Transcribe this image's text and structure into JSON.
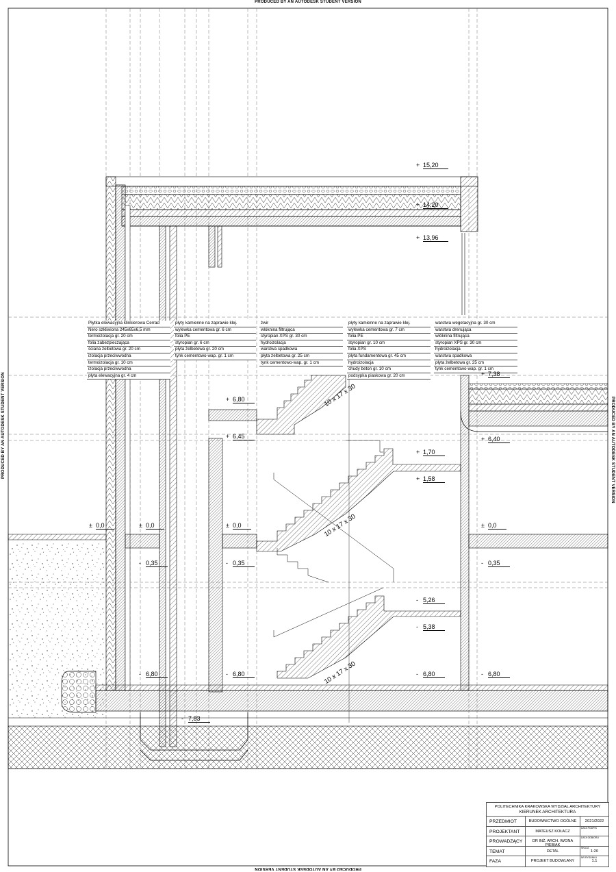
{
  "watermark": "PRODUCED BY AN AUTODESK STUDENT VERSION",
  "specs": [
    {
      "id": "wall",
      "lines": [
        "Płytka elewacyjna klinkierowa Cerrad",
        "Nero szkliwiona 245x65x6,5 mm",
        "termoizolacja gr. 20 cm",
        "folia zabezpieczająca",
        "ściana żelbetowa gr. 20 cm",
        "izolacja przeciwwodna",
        "termoizolacja gr. 10 cm",
        "izolacja przeciwwodna",
        "płyta elewacyjna gr. 4 cm"
      ]
    },
    {
      "id": "floor",
      "lines": [
        "płyty kamienne na zaprawie klej.",
        "wylewka cementowa gr. 6 cm",
        "folia PE",
        "styropian gr. 6 cm",
        "płyta żelbetowa gr. 20 cm",
        "tynk cementowo-wap. gr. 1 cm"
      ]
    },
    {
      "id": "roof-gravel",
      "lines": [
        "żwir",
        "włóknina filtrująca",
        "styropian XPS gr. 30 cm",
        "hydroizolacja",
        "warstwa spadkowa",
        "płyta żelbetowa gr. 25 cm",
        "tynk cementowo-wap. gr. 1 cm"
      ]
    },
    {
      "id": "foundation",
      "lines": [
        "płyty kamienne na zaprawie klej.",
        "wylewka cementowa gr. 7 cm",
        "folia PE",
        "styropian gr. 10 cm",
        "folia XPS",
        "płyta fundamentowa gr. 45 cm",
        "hydroizolacja",
        "chudy beton gr. 10 cm",
        "podsypka piaskowa gr. 20 cm"
      ]
    },
    {
      "id": "green-roof",
      "lines": [
        "warstwa wegetacyjna gr. 30 cm",
        "warstwa drenująca",
        "włóknina filtrująca",
        "styropian XPS gr. 30 cm",
        "hydroizolacja",
        "warstwa spadkowa",
        "płyta żelbetowa gr. 25 cm",
        "tynk cementowo-wap. gr. 1 cm"
      ]
    }
  ],
  "levels": [
    {
      "sign": "+",
      "value": "15,20"
    },
    {
      "sign": "+",
      "value": "14,20"
    },
    {
      "sign": "+",
      "value": "13,96"
    },
    {
      "sign": "+",
      "value": "7,38"
    },
    {
      "sign": "+",
      "value": "6,80"
    },
    {
      "sign": "+",
      "value": "6,45"
    },
    {
      "sign": "+",
      "value": "6,40"
    },
    {
      "sign": "+",
      "value": "1,70"
    },
    {
      "sign": "+",
      "value": "1,58"
    },
    {
      "sign": "±",
      "value": "0,0"
    },
    {
      "sign": "±",
      "value": "0,0"
    },
    {
      "sign": "±",
      "value": "0,0"
    },
    {
      "sign": "±",
      "value": "0,0"
    },
    {
      "sign": "-",
      "value": "0,35"
    },
    {
      "sign": "-",
      "value": "0,35"
    },
    {
      "sign": "-",
      "value": "0,35"
    },
    {
      "sign": "-",
      "value": "5,26"
    },
    {
      "sign": "-",
      "value": "5,38"
    },
    {
      "sign": "-",
      "value": "6,80"
    },
    {
      "sign": "-",
      "value": "6,80"
    },
    {
      "sign": "-",
      "value": "6,80"
    },
    {
      "sign": "-",
      "value": "6,80"
    },
    {
      "sign": "-",
      "value": "7,83"
    }
  ],
  "stairs": [
    "10 x 17 x 30",
    "10 x 17 x 30",
    "10 x 17 x 30"
  ],
  "title_block": {
    "school": "POLITECHNIKA KRAKOWSKA WYDZIAŁ ARCHITEKTURY",
    "program": "KIERUNEK ARCHITEKTURA",
    "rows": [
      {
        "label": "PRZEDMIOT",
        "value": "BUDOWNICTWO OGÓLNE",
        "extra_caption": "",
        "extra": "2021/2022"
      },
      {
        "label": "PROJEKTANT",
        "value": "MATEUSZ KOŁACZ",
        "extra_caption": "DATA PODPIS",
        "extra": ""
      },
      {
        "label": "PROWADZĄCY",
        "value": "DR INŻ. ARCH. IWONA PIEBIAK",
        "extra_caption": "DATA ODBIORU",
        "extra": ""
      },
      {
        "label": "TEMAT",
        "value": "DETAL",
        "extra_caption": "SKALA",
        "extra": "1:20"
      },
      {
        "label": "FAZA",
        "value": "PROJEKT BUDOWLANY",
        "extra_caption": "NR RYSUNKU",
        "extra": "1.1"
      }
    ]
  },
  "colors": {
    "line": "#000000",
    "hatch": "#3a3a3a",
    "guide": "#777777"
  }
}
